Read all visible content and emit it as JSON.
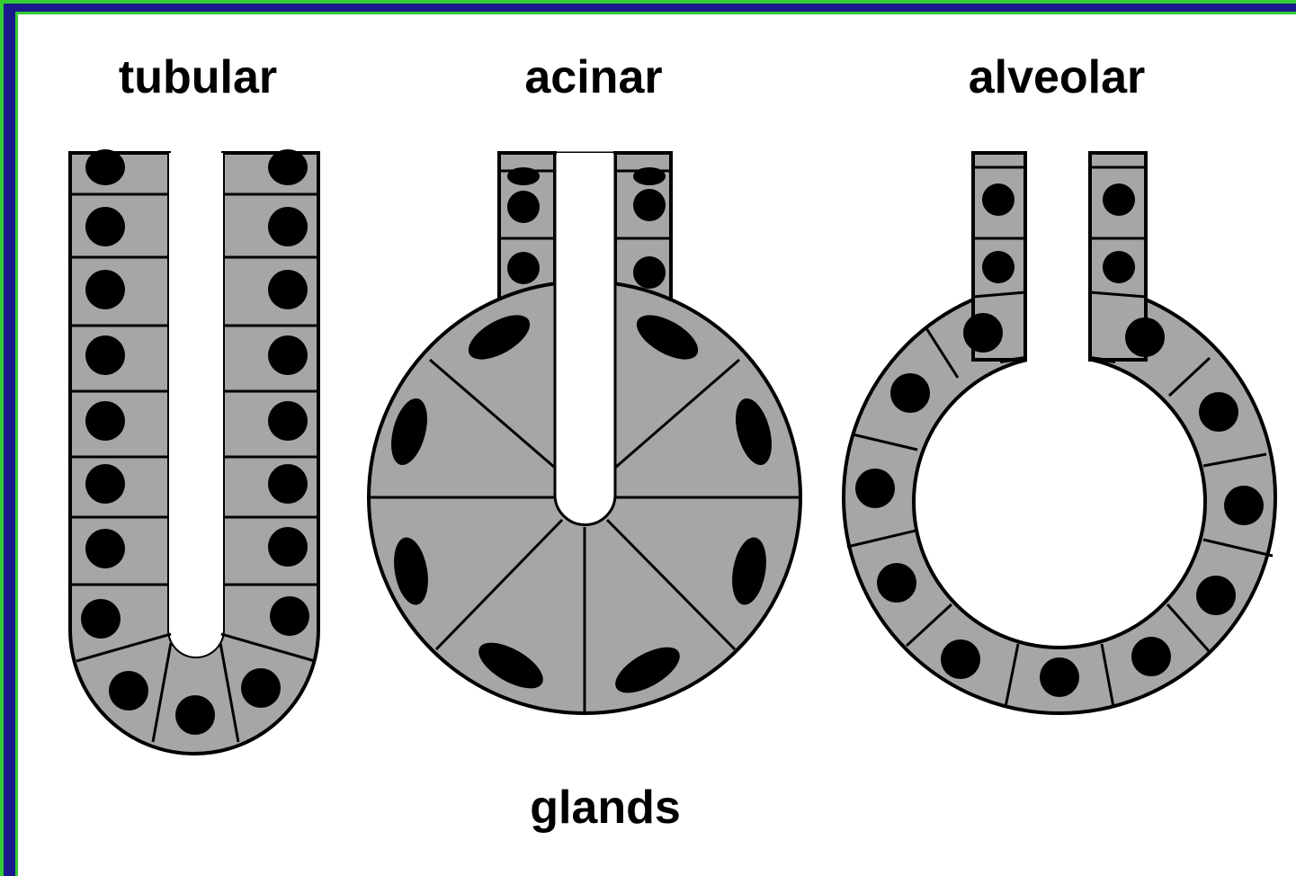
{
  "labels": {
    "tubular": "tubular",
    "acinar": "acinar",
    "alveolar": "alveolar",
    "caption": "glands"
  },
  "colors": {
    "cell_fill": "#a6a6a6",
    "outline": "#000000",
    "nucleus": "#000000",
    "lumen": "#ffffff",
    "border_green": "#33cc33",
    "border_blue": "#1a1a8c"
  }
}
